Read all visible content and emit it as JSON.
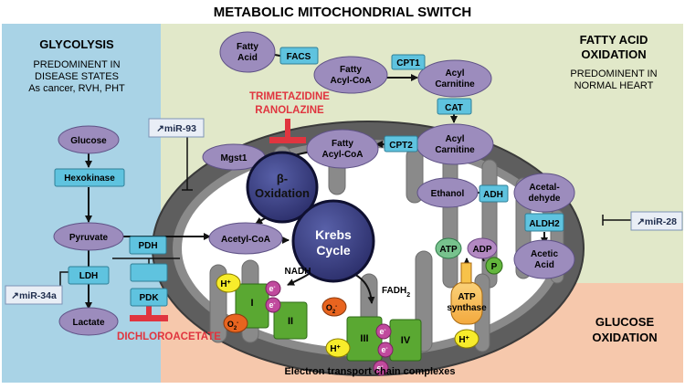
{
  "title": "METABOLIC MITOCHONDRIAL SWITCH",
  "regions": {
    "glycolysis": {
      "title": "GLYCOLYSIS",
      "desc1": "PREDOMINENT IN",
      "desc2": "DISEASE STATES",
      "desc3": "As cancer, RVH, PHT"
    },
    "fatty_acid": {
      "title1": "FATTY ACID",
      "title2": "OXIDATION",
      "desc1": "PREDOMINENT IN",
      "desc2": "NORMAL HEART"
    },
    "glucose": {
      "title1": "GLUCOSE",
      "title2": "OXIDATION"
    }
  },
  "metabolites": {
    "glucose": "Glucose",
    "pyruvate": "Pyruvate",
    "lactate": "Lactate",
    "fatty_acid_1": "Fatty",
    "fatty_acid_2": "Acid",
    "fatty_acyl_coa_1": "Fatty",
    "fatty_acyl_coa_2": "Acyl-CoA",
    "acyl_carnitine_1": "Acyl",
    "acyl_carnitine_2": "Carnitine",
    "acyl_carnitine_in_1": "Acyl",
    "acyl_carnitine_in_2": "Carnitine",
    "fatty_acyl_coa_in_1": "Fatty",
    "fatty_acyl_coa_in_2": "Acyl-CoA",
    "mgst1": "Mgst1",
    "acetyl_coa": "Acetyl-CoA",
    "ethanol": "Ethanol",
    "acetaldehyde_1": "Acetal-",
    "acetaldehyde_2": "dehyde",
    "acetic_acid_1": "Acetic",
    "acetic_acid_2": "Acid",
    "atp": "ATP",
    "adp": "ADP",
    "p": "P"
  },
  "enzymes": {
    "hexokinase": "Hexokinase",
    "ldh": "LDH",
    "pdh": "PDH",
    "pdk": "PDK",
    "facs": "FACS",
    "cpt1": "CPT1",
    "cat": "CAT",
    "cpt2": "CPT2",
    "adh": "ADH",
    "aldh2": "ALDH2"
  },
  "mirnas": {
    "mir93": "↗miR-93",
    "mir34a": "↗miR-34a",
    "mir28": "↗miR-28"
  },
  "cycles": {
    "beta_1": "β-",
    "beta_2": "Oxidation",
    "krebs_1": "Krebs",
    "krebs_2": "Cycle"
  },
  "drugs": {
    "trimetazidine": "TRIMETAZIDINE",
    "ranolazine": "RANOLAZINE",
    "dichloroacetate": "DICHLOROACETATE"
  },
  "etc": {
    "complex_1": "I",
    "complex_2": "II",
    "complex_3": "III",
    "complex_4": "IV",
    "h_plus": "H",
    "electron": "e",
    "o2": "O",
    "nadh": "NADH",
    "fadh2": "FADH",
    "atp_synthase_1": "ATP",
    "atp_synthase_2": "synthase",
    "label": "Electron transport chain complexes"
  },
  "colors": {
    "glycolysis_bg": "#a9d3e6",
    "fatty_bg": "#e1e8c9",
    "glucose_bg": "#f6c8ac",
    "oval": "#9c8cbd",
    "enzyme": "#5fc3df",
    "cycle": "#3c3f80",
    "inhibitor": "#e0353f",
    "complex": "#5aa832",
    "electron": "#c04a9d",
    "h_plus": "#f7ec2b",
    "o2": "#e8641f",
    "atp": "#77c28d",
    "p": "#63b63d"
  }
}
